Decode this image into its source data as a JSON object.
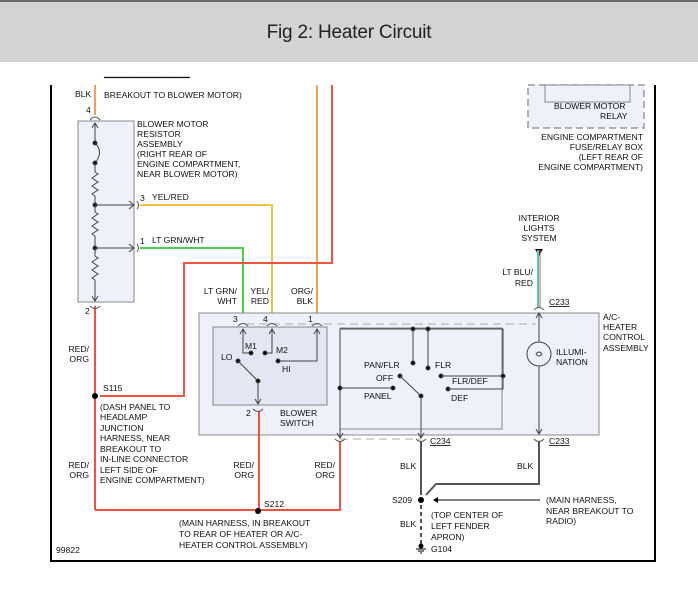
{
  "header": {
    "title": "Fig 2: Heater Circuit"
  },
  "diagram": {
    "figure_number": "99822",
    "colors": {
      "red_org": "#f0523a",
      "org_blk": "#f5a04a",
      "yel_red": "#f0c040",
      "lt_grn_wht": "#4ccc4c",
      "lt_blu_red": "#44cccc",
      "blk": "#555555",
      "box_fill": "#eef0fa",
      "box_stroke": "#888888"
    },
    "top_left": {
      "wire_color": "BLK",
      "note": "BREAKOUT TO BLOWER MOTOR)",
      "pin": "4"
    },
    "resistor_assembly": {
      "label": [
        "BLOWER MOTOR",
        "RESISTOR",
        "ASSEMBLY",
        "(RIGHT REAR OF",
        "ENGINE COMPARTMENT,",
        "NEAR BLOWER MOTOR)"
      ],
      "bottom_pin": "2",
      "pin3": "3",
      "pin3_wire": "YEL/RED",
      "pin1": "1",
      "pin1_wire": "LT GRN/WHT"
    },
    "relay_box": {
      "relay_label": [
        "BLOWER MOTOR",
        "RELAY"
      ],
      "box_label": [
        "ENGINE COMPARTMENT",
        "FUSE/RELAY BOX",
        "(LEFT REAR OF",
        "ENGINE COMPARTMENT)"
      ]
    },
    "interior_lights": {
      "label": [
        "INTERIOR",
        "LIGHTS",
        "SYSTEM"
      ],
      "wire": [
        "LT BLU/",
        "RED"
      ],
      "connector": "C233"
    },
    "switch_wires": {
      "w1": [
        "LT GRN/",
        "WHT"
      ],
      "w2": [
        "YEL/",
        "RED"
      ],
      "w3": [
        "ORG/",
        "BLK"
      ],
      "pins": [
        "3",
        "4",
        "1"
      ]
    },
    "control_assembly": {
      "label": [
        "A/C-",
        "HEATER",
        "CONTROL",
        "ASSEMBLY"
      ],
      "illumination": [
        "ILLUMI-",
        "NATION"
      ]
    },
    "blower_switch": {
      "positions": {
        "m1": "M1",
        "m2": "M2",
        "lo": "LO",
        "hi": "HI"
      },
      "label": [
        "BLOWER",
        "SWITCH"
      ],
      "bottom_pin": "2"
    },
    "mode_switch": {
      "pan_flr": "PAN/FLR",
      "off": "OFF",
      "panel": "PANEL",
      "flr": "FLR",
      "flr_def": "FLR/DEF",
      "def": "DEF"
    },
    "connectors": {
      "c234": "C234",
      "c233_bottom": "C233"
    },
    "left_side": {
      "wire1": [
        "RED/",
        "ORG"
      ],
      "splice": "S115",
      "splice_note": [
        "(DASH PANEL TO",
        "HEADLAMP",
        "JUNCTION",
        "HARNESS, NEAR",
        "BREAKOUT TO",
        "IN-LINE CONNECTOR",
        "LEFT SIDE OF",
        "ENGINE COMPARTMENT)"
      ],
      "wire2": [
        "RED/",
        "ORG"
      ]
    },
    "bottom_middle": {
      "wire_a": [
        "RED/",
        "ORG"
      ],
      "wire_b": [
        "RED/",
        "ORG"
      ],
      "splice": "S212",
      "note": [
        "(MAIN HARNESS, IN BREAKOUT",
        "TO REAR OF HEATER OR A/C-",
        "HEATER CONTROL ASSEMBLY)"
      ]
    },
    "bottom_right": {
      "wire_a": "BLK",
      "wire_b": "BLK",
      "wire_c": "BLK",
      "splice": "S209",
      "splice_note": [
        "(TOP CENTER OF",
        "LEFT FENDER",
        "APRON)"
      ],
      "ground": "G104",
      "harness_note": [
        "(MAIN HARNESS,",
        "NEAR BREAKOUT TO",
        "RADIO)"
      ]
    }
  }
}
